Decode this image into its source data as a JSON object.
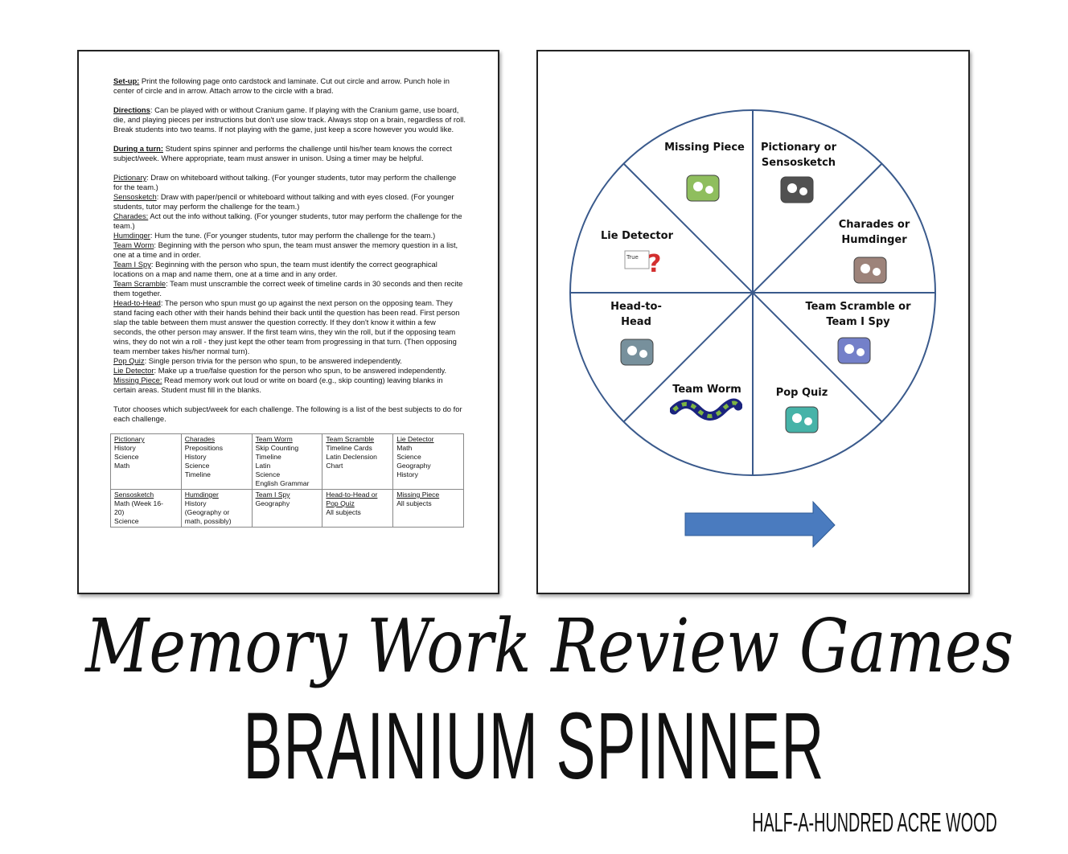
{
  "document": {
    "setup_label": "Set-up:",
    "setup_text": " Print the following page onto cardstock and laminate. Cut out circle and arrow.  Punch hole in center of circle and in arrow.  Attach arrow to the circle with a brad.",
    "directions_label": "Directions",
    "directions_text": ":  Can be played with or without Cranium game.  If playing with the Cranium game, use board, die, and playing pieces per instructions but don't use slow track.  Always stop on a brain, regardless of roll.  Break students into two teams.  If not playing with the game, just keep a score however you would like.",
    "turn_label": "During a turn:",
    "turn_text": "  Student spins spinner and performs the challenge until his/her team knows the correct subject/week.  Where appropriate, team must answer in unison.  Using a timer may be helpful.",
    "rules": [
      {
        "name": "Pictionary",
        "text": ": Draw on whiteboard without talking.  (For younger students, tutor may perform the challenge for the team.)"
      },
      {
        "name": "Sensosketch",
        "text": ": Draw with paper/pencil or whiteboard without talking and with eyes closed.  (For younger students, tutor may perform the challenge for the team.)"
      },
      {
        "name": "Charades:",
        "text": " Act out the info without talking. (For younger students, tutor may perform the challenge for the team.)"
      },
      {
        "name": "Humdinger",
        "text": ": Hum the tune.  (For younger students, tutor may perform the challenge for the team.)"
      },
      {
        "name": "Team Worm",
        "text": ": Beginning with the person who spun, the team must answer the memory question in a list, one at a time and in order."
      },
      {
        "name": "Team I Spy",
        "text": ": Beginning with the person who spun, the team must identify the correct geographical locations on a map and name them, one at a time and in any order."
      },
      {
        "name": "Team Scramble",
        "text": ": Team must unscramble the correct week of timeline cards in 30 seconds and then recite them together."
      },
      {
        "name": "Head-to-Head",
        "text": ": The person who spun must go up against the next person on the opposing team.  They stand facing each other with their hands behind their back until the question has been read.  First person slap the table between them must answer the question correctly.  If they don't know it within a few seconds, the other person may answer.  If the first team wins, they win the roll, but if the opposing team wins, they do not win a roll - they just kept the other team from progressing in that turn.  (Then opposing team member takes his/her normal turn)."
      },
      {
        "name": "Pop Quiz",
        "text": ": Single person trivia for the person who spun, to be answered independently."
      },
      {
        "name": "Lie Detector",
        "text": ": Make up a true/false question for the person who spun, to be answered independently."
      },
      {
        "name": "Missing Piece:",
        "text": "  Read memory work out loud or write on board (e.g., skip counting) leaving blanks in certain areas.  Student must fill in the blanks."
      }
    ],
    "closing": "Tutor chooses which subject/week for each challenge.  The following is a list of the best subjects to do for each challenge.",
    "table": [
      [
        {
          "head": "Pictionary",
          "items": [
            "History",
            "Science",
            "Math"
          ]
        },
        {
          "head": "Charades",
          "items": [
            "Prepositions",
            "History",
            "Science",
            "Timeline"
          ]
        },
        {
          "head": "Team Worm",
          "items": [
            "Skip Counting",
            "Timeline",
            "Latin",
            "Science",
            "English Grammar"
          ]
        },
        {
          "head": "Team Scramble",
          "items": [
            "Timeline Cards",
            "Latin Declension",
            "Chart"
          ]
        },
        {
          "head": "Lie Detector",
          "items": [
            "Math",
            "Science",
            "Geography",
            "History"
          ]
        }
      ],
      [
        {
          "head": "Sensosketch",
          "items": [
            "Math (Week 16-",
            "20)",
            "Science"
          ]
        },
        {
          "head": "Humdinger",
          "items": [
            "History",
            "(Geography or",
            "math, possibly)"
          ]
        },
        {
          "head": "Team I Spy",
          "items": [
            "Geography"
          ]
        },
        {
          "head": "Head-to-Head or",
          "head2": "Pop Quiz",
          "items": [
            "All subjects"
          ]
        },
        {
          "head": "Missing Piece",
          "items": [
            "All subjects"
          ]
        }
      ]
    ]
  },
  "spinner": {
    "line_color": "#3a5a8c",
    "arrow_color": "#4a7bbf",
    "segments": [
      {
        "l1": "Missing Piece",
        "l2": "",
        "icon": "puzzle-icon"
      },
      {
        "l1": "Pictionary or",
        "l2": "Sensosketch",
        "icon": "drawing-icon"
      },
      {
        "l1": "Charades or",
        "l2": "Humdinger",
        "icon": "masks-music-icon"
      },
      {
        "l1": "Team Scramble or",
        "l2": "Team I Spy",
        "icon": "cards-magnifier-icon"
      },
      {
        "l1": "Pop Quiz",
        "l2": "",
        "icon": "quiz-paper-icon"
      },
      {
        "l1": "Team Worm",
        "l2": "",
        "icon": "worm-icon"
      },
      {
        "l1": "Head-to-",
        "l2": "Head",
        "icon": "heads-icon"
      },
      {
        "l1": "Lie Detector",
        "l2": "",
        "icon": "true-false-icon"
      }
    ],
    "true_label": "True"
  },
  "title": "Memory Work Review Games",
  "subtitle": "BRAINIUM SPINNER",
  "credit": "HALF-A-HUNDRED ACRE WOOD"
}
